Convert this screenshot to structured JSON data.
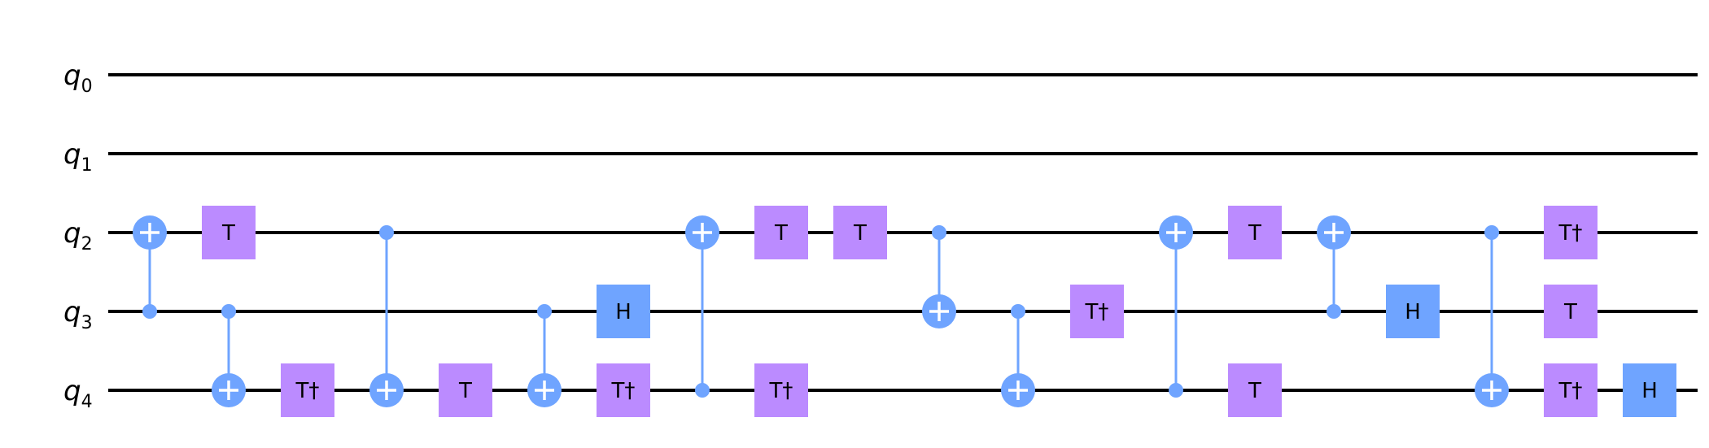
{
  "colors": {
    "background": "#ffffff",
    "wire": "#000000",
    "cnot": "#6fa4ff",
    "h_gate": "#6fa4ff",
    "t_gate": "#bb8bff",
    "gate_text": "#000000"
  },
  "qubits": [
    {
      "name": "q",
      "index": "0"
    },
    {
      "name": "q",
      "index": "1"
    },
    {
      "name": "q",
      "index": "2"
    },
    {
      "name": "q",
      "index": "3"
    },
    {
      "name": "q",
      "index": "4"
    }
  ],
  "gates": [
    {
      "type": "cx",
      "column": 1,
      "control": 3,
      "target": 2
    },
    {
      "type": "t",
      "column": 2,
      "qubit": 2,
      "label": "T"
    },
    {
      "type": "cx",
      "column": 2,
      "control": 3,
      "target": 4
    },
    {
      "type": "tdg",
      "column": 3,
      "qubit": 4,
      "label": "T†"
    },
    {
      "type": "cx",
      "column": 4,
      "control": 2,
      "target": 4
    },
    {
      "type": "t",
      "column": 5,
      "qubit": 4,
      "label": "T"
    },
    {
      "type": "cx",
      "column": 6,
      "control": 3,
      "target": 4
    },
    {
      "type": "h",
      "column": 7,
      "qubit": 3,
      "label": "H"
    },
    {
      "type": "tdg",
      "column": 7,
      "qubit": 4,
      "label": "T†"
    },
    {
      "type": "cx",
      "column": 8,
      "control": 4,
      "target": 2
    },
    {
      "type": "t",
      "column": 9,
      "qubit": 2,
      "label": "T"
    },
    {
      "type": "tdg",
      "column": 9,
      "qubit": 4,
      "label": "T†"
    },
    {
      "type": "t",
      "column": 10,
      "qubit": 2,
      "label": "T"
    },
    {
      "type": "cx",
      "column": 11,
      "control": 2,
      "target": 3
    },
    {
      "type": "cx",
      "column": 12,
      "control": 3,
      "target": 4
    },
    {
      "type": "tdg",
      "column": 13,
      "qubit": 3,
      "label": "T†"
    },
    {
      "type": "cx",
      "column": 14,
      "control": 4,
      "target": 2
    },
    {
      "type": "t",
      "column": 15,
      "qubit": 2,
      "label": "T"
    },
    {
      "type": "t",
      "column": 15,
      "qubit": 4,
      "label": "T"
    },
    {
      "type": "cx",
      "column": 16,
      "control": 3,
      "target": 2
    },
    {
      "type": "h",
      "column": 17,
      "qubit": 3,
      "label": "H"
    },
    {
      "type": "cx",
      "column": 18,
      "control": 2,
      "target": 4
    },
    {
      "type": "tdg",
      "column": 19,
      "qubit": 2,
      "label": "T†"
    },
    {
      "type": "t",
      "column": 19,
      "qubit": 3,
      "label": "T"
    },
    {
      "type": "tdg",
      "column": 19,
      "qubit": 4,
      "label": "T†"
    },
    {
      "type": "h",
      "column": 20,
      "qubit": 4,
      "label": "H"
    }
  ]
}
